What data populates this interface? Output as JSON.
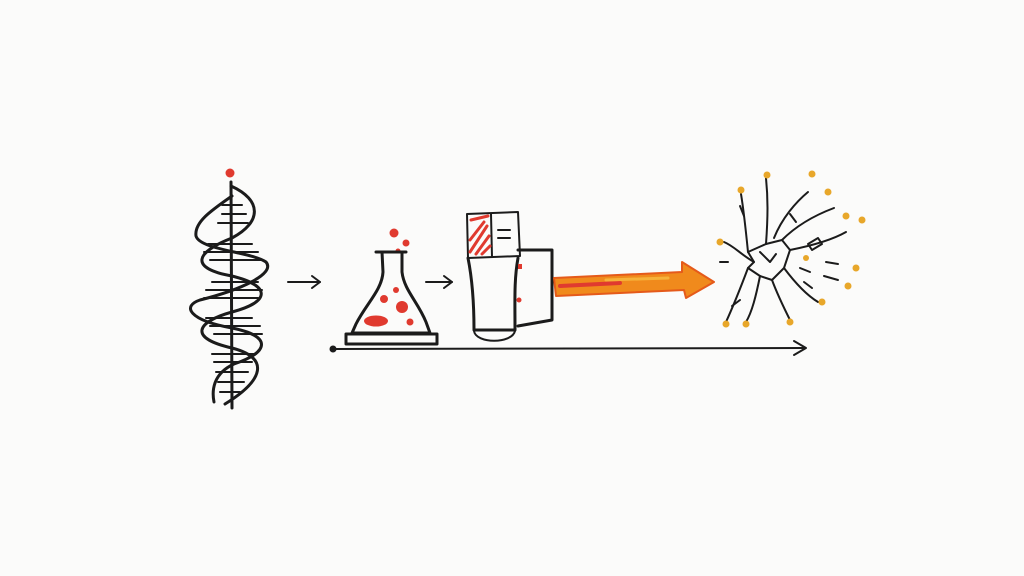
{
  "diagram": {
    "type": "hand-drawn process sketch",
    "stages": [
      {
        "id": "dna",
        "icon": "dna-double-helix-icon"
      },
      {
        "id": "flask",
        "icon": "erlenmeyer-flask-icon"
      },
      {
        "id": "device",
        "icon": "lab-device-icon"
      },
      {
        "id": "output",
        "icon": "neuron-burst-icon"
      }
    ],
    "connectors": [
      "small-arrow",
      "small-arrow",
      "orange-arrow"
    ],
    "colors": {
      "ink": "#1b1b1b",
      "red_accent": "#e03a2f",
      "orange_accent": "#f08a1c",
      "yellow_accent": "#e8a72a",
      "background": "#fbfbfa"
    }
  }
}
